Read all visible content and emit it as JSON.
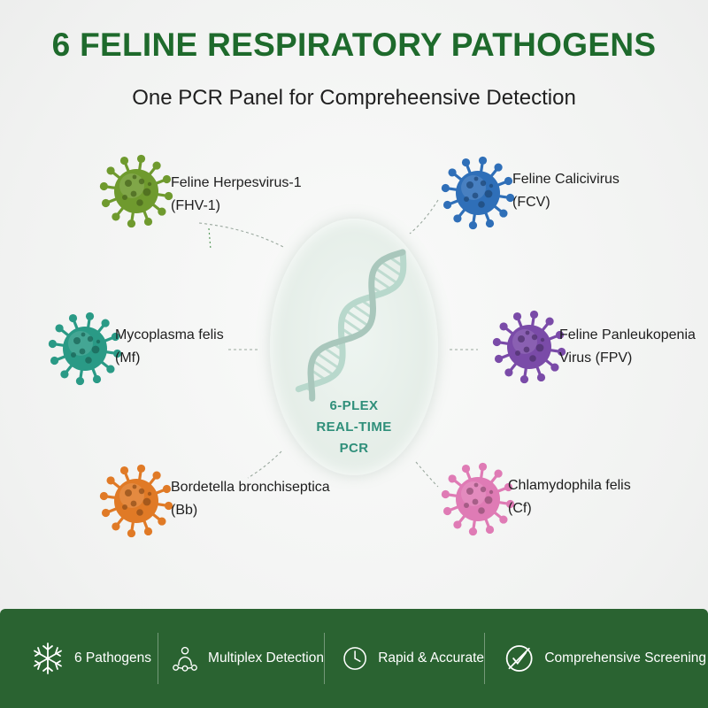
{
  "title": "6 FELINE RESPIRATORY PATHOGENS",
  "subtitle": "One PCR Panel for Compreheensive Detection",
  "hub": {
    "line1": "6-PLEX",
    "line2": "REAL-TIME",
    "line3": "PCR"
  },
  "colors": {
    "title_green": "#1e6a2c",
    "hub_text": "#2f8f7a",
    "dna": "#b8d8cc",
    "footer_bg": "#2a6331",
    "virus_fhv": "#6f9a2e",
    "virus_fcv": "#2f6fb8",
    "virus_mf": "#2a9a86",
    "virus_fpv": "#7a4ba8",
    "virus_bb": "#e07a26",
    "virus_cf": "#df7bb5"
  },
  "pathogens": [
    {
      "id": "fhv1",
      "name": "Feline Herpesvirus-1",
      "abbr": "(FHV-1)",
      "color": "#6f9a2e",
      "icon": "virus-icon"
    },
    {
      "id": "fcv",
      "name": "Feline Calicivirus",
      "abbr": "(FCV)",
      "color": "#2f6fb8",
      "icon": "virus-icon"
    },
    {
      "id": "mf",
      "name": "Mycoplasma felis",
      "abbr": "(Mf)",
      "color": "#2a9a86",
      "icon": "virus-icon"
    },
    {
      "id": "fpv",
      "name": "Feline Panleukopenia",
      "abbr": "Virus (FPV)",
      "color": "#7a4ba8",
      "icon": "virus-icon"
    },
    {
      "id": "bb",
      "name": "Bordetella bronchiseptica",
      "abbr": "(Bb)",
      "color": "#e07a26",
      "icon": "virus-icon"
    },
    {
      "id": "cf",
      "name": "Chlamydophila felis",
      "abbr": "(Cf)",
      "color": "#df7bb5",
      "icon": "virus-icon"
    }
  ],
  "features": [
    {
      "label": "6 Pathogens",
      "icon": "snowflake-icon"
    },
    {
      "label": "Multiplex Detection",
      "icon": "network-icon"
    },
    {
      "label": "Rapid & Accurate",
      "icon": "clock-icon"
    },
    {
      "label": "Comprehensive Screening",
      "icon": "check-shield-icon"
    }
  ]
}
